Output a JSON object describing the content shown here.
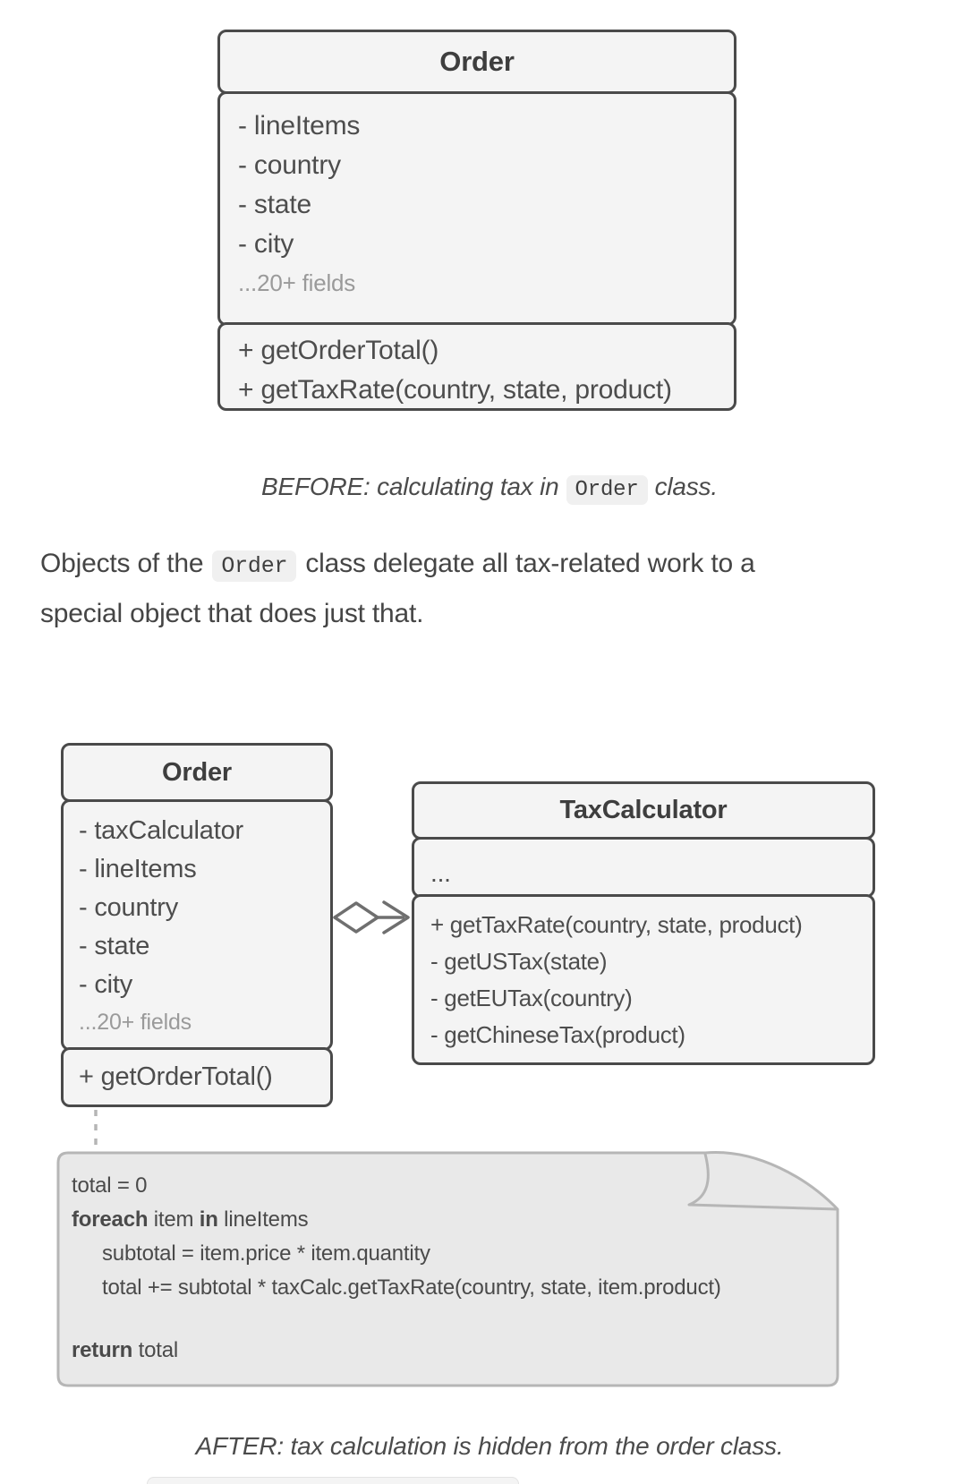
{
  "colors": {
    "box_fill": "#f4f4f4",
    "box_border": "#4a4a4a",
    "note_fill": "#e9e9e9",
    "note_border": "#b6b6b6",
    "muted_text": "#9a9a9a",
    "main_text": "#4d4d4d"
  },
  "before_diagram": {
    "order_class": {
      "title": "Order",
      "fields": [
        "- lineItems",
        "- country",
        "- state",
        "- city"
      ],
      "more_fields": "...20+ fields",
      "methods": [
        "+ getOrderTotal()",
        "+ getTaxRate(country, state, product)"
      ]
    },
    "caption": {
      "pre": "BEFORE: calculating tax in",
      "code": "Order",
      "post": "class."
    }
  },
  "paragraph": {
    "pre": "Objects of the",
    "code": "Order",
    "post": "class delegate all tax-related work to a",
    "line2": "special object that does just that."
  },
  "after_diagram": {
    "order_class": {
      "title": "Order",
      "fields": [
        "- taxCalculator",
        "- lineItems",
        "- country",
        "- state",
        "- city"
      ],
      "more_fields": "...20+ fields",
      "methods": [
        "+ getOrderTotal()"
      ]
    },
    "tax_calculator_class": {
      "title": "TaxCalculator",
      "fields_ellipsis": "...",
      "methods": [
        "+ getTaxRate(country, state, product)",
        "- getUSTax(state)",
        "- getEUTax(country)",
        "- getChineseTax(product)"
      ]
    },
    "relationship": "aggregation",
    "note": {
      "line1": "total = 0",
      "line2": {
        "kw1": "foreach",
        "t1": " item ",
        "kw2": "in",
        "t2": " lineItems"
      },
      "line3": "subtotal = item.price * item.quantity",
      "line4": "total += subtotal * taxCalc.getTaxRate(country, state, item.product)",
      "line5": {
        "kw1": "return",
        "t1": " total"
      }
    },
    "caption": "AFTER: tax calculation is hidden from the order class."
  }
}
